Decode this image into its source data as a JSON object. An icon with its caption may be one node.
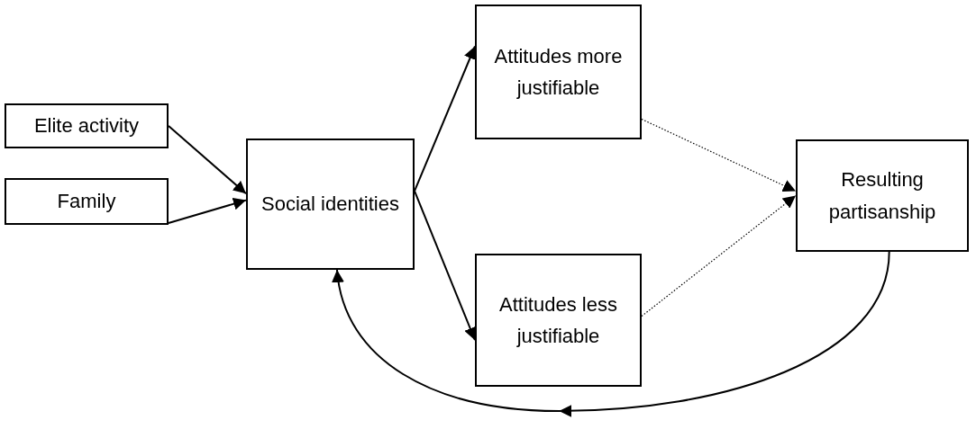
{
  "diagram": {
    "nodes": [
      {
        "text": [
          "Elite activity"
        ]
      },
      {
        "text": [
          "Family"
        ]
      },
      {
        "text": [
          "Social identities"
        ]
      },
      {
        "text": [
          "Attitudes more justifiable"
        ]
      },
      {
        "text": [
          "Attitudes less justifiable"
        ]
      },
      {
        "text": [
          "Resulting partisanship"
        ]
      }
    ],
    "edges": [
      {
        "from": 0,
        "to": 2,
        "arrow": "to"
      },
      {
        "from": 1,
        "to": 2,
        "arrow": "to"
      },
      {
        "from": 2,
        "to": 3,
        "arrow": "to"
      },
      {
        "from": 2,
        "to": 4,
        "arrow": "to"
      },
      {
        "from": 3,
        "to": 5,
        "arrow": "to",
        "style": "dashed"
      },
      {
        "from": 4,
        "to": 5,
        "arrow": "to",
        "style": "dashed"
      },
      {
        "from": 5,
        "to": 2,
        "arrow": "to"
      }
    ]
  }
}
